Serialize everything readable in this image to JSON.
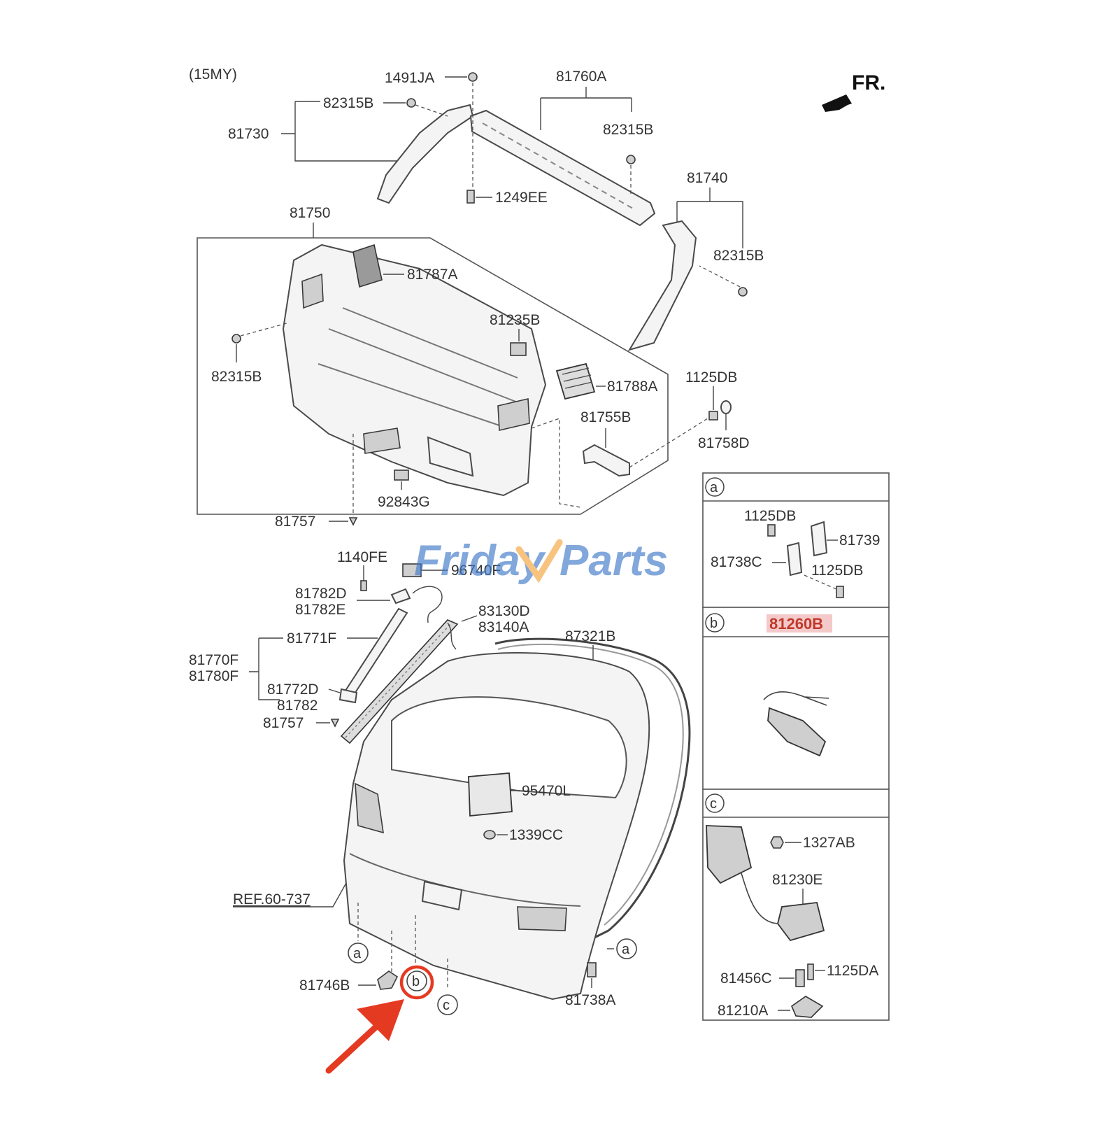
{
  "diagram": {
    "model_year": "(15MY)",
    "direction": "FR.",
    "watermark": {
      "part1": "Friday",
      "part2": "Parts"
    },
    "highlight": {
      "ref": "b",
      "color": "#e53a22"
    },
    "callouts": {
      "p1491JA": "1491JA",
      "p81760A": "81760A",
      "p82315B_a": "82315B",
      "p81730": "81730",
      "p82315B_b": "82315B",
      "p1249EE": "1249EE",
      "p81740": "81740",
      "p82315B_c": "82315B",
      "p81750": "81750",
      "p81787A": "81787A",
      "p81235B": "81235B",
      "p82315B_d": "82315B",
      "p81788A": "81788A",
      "p1125DB_a": "1125DB",
      "p81755B": "81755B",
      "p81758D": "81758D",
      "p92843G": "92843G",
      "p81757_a": "81757",
      "p1140FE": "1140FE",
      "p96740F": "96740F",
      "p81782D": "81782D",
      "p81782E": "81782E",
      "p83130D": "83130D",
      "p83140A": "83140A",
      "p81771F": "81771F",
      "p87321B": "87321B",
      "p81770F": "81770F",
      "p81780F": "81780F",
      "p81772D": "81772D",
      "p81782": "81782",
      "p81757_b": "81757",
      "p95470L": "95470L",
      "p1339CC": "1339CC",
      "pREF": "REF.60-737",
      "p81746B": "81746B",
      "p81738A": "81738A"
    },
    "ref_markers": {
      "a": "a",
      "b": "b",
      "c": "c"
    },
    "inset_a": {
      "ref": "a",
      "labels": {
        "p1125DB_top": "1125DB",
        "p81739": "81739",
        "p81738C": "81738C",
        "p1125DB_bot": "1125DB"
      }
    },
    "inset_b": {
      "ref": "b",
      "part": "81260B"
    },
    "inset_c": {
      "ref": "c",
      "labels": {
        "p1327AB": "1327AB",
        "p81230E": "81230E",
        "p81456C": "81456C",
        "p1125DA": "1125DA",
        "p81210A": "81210A"
      }
    }
  }
}
